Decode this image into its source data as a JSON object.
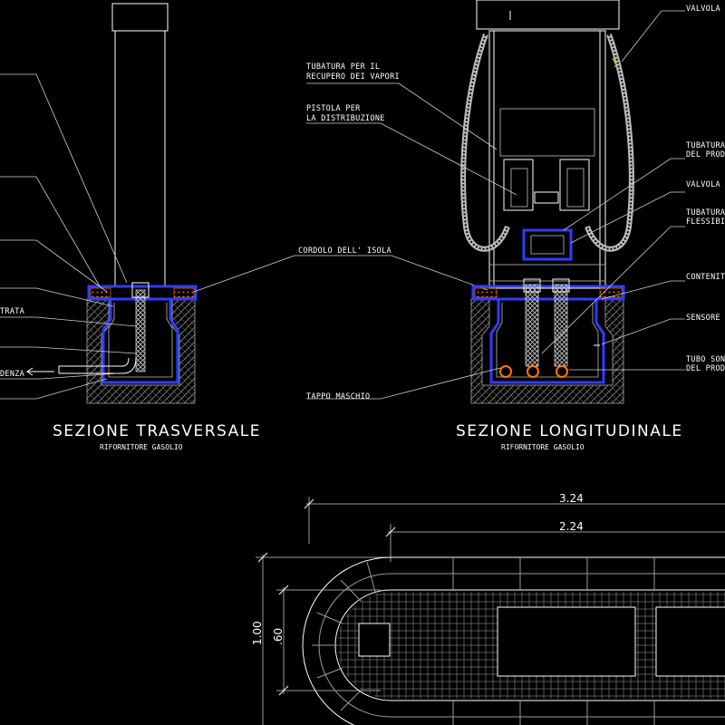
{
  "colors": {
    "background": "#000000",
    "lines": "#ffffff",
    "blue_outline": "#2f3cff",
    "orange_pipe": "#ff7a00",
    "hatch": "#9a9a9a"
  },
  "left_section": {
    "title": "SEZIONE  TRASVERSALE",
    "subtitle": "RIFORNITORE GASOLIO",
    "labels": [
      "TRATA",
      "DENZA"
    ]
  },
  "middle": {
    "label_cordolo": "CORDOLO DELL' ISOLA"
  },
  "right_section": {
    "title": "SEZIONE  LONGITUDINALE",
    "subtitle": "RIFORNITORE GASOLIO",
    "labels": {
      "tubatura_vapori_1": "TUBATURA PER IL",
      "tubatura_vapori_2": "RECUPERO DEI VAPORI",
      "pistola_1": "PISTOLA PER",
      "pistola_2": "LA DISTRIBUZIONE",
      "tappo": "TAPPO MASCHIO",
      "valvola_top": "VALVOLA D",
      "tubatura_prod_1": "TUBATURA",
      "tubatura_prod_2": "DEL PROD",
      "valvola_mid": "VALVOLA D",
      "tubatura_flex_1": "TUBATURA",
      "tubatura_flex_2": "FLESSIBILE",
      "contenitore": "CONTENITO",
      "sensore": "SENSORE",
      "tubo_1": "TUBO SON",
      "tubo_2": "DEL PROD"
    }
  },
  "plan": {
    "dim_overall": "3.24",
    "dim_inner": "2.24",
    "dim_height_outer": "1.00",
    "dim_height_inner": ".60"
  }
}
